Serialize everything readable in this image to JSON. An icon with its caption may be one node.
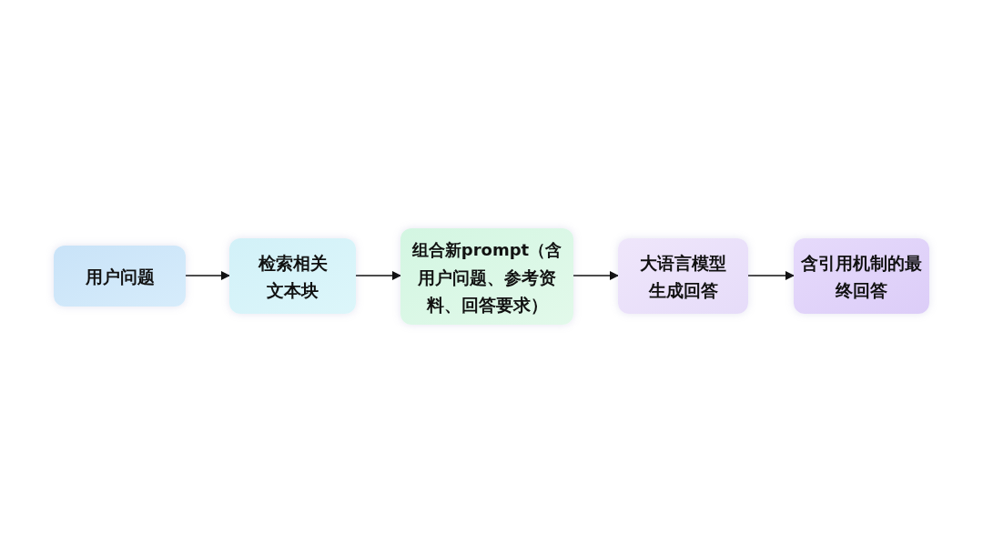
{
  "diagram": {
    "nodes": [
      {
        "text": [
          "用户问题"
        ]
      },
      {
        "text": [
          "检索相关文本块"
        ]
      },
      {
        "text": [
          "**组合新prompt（含**用户问题、参考资料、回答要求）"
        ]
      },
      {
        "text": [
          "大语言模型生成回答"
        ]
      },
      {
        "text": [
          "含引用机制的最终回答"
        ]
      }
    ],
    "edges": [
      {
        "from": 0,
        "to": 1,
        "arrow": "to"
      },
      {
        "from": 1,
        "to": 2,
        "arrow": "to"
      },
      {
        "from": 2,
        "to": 3,
        "arrow": "to"
      },
      {
        "from": 3,
        "to": 4,
        "arrow": "to"
      }
    ]
  }
}
